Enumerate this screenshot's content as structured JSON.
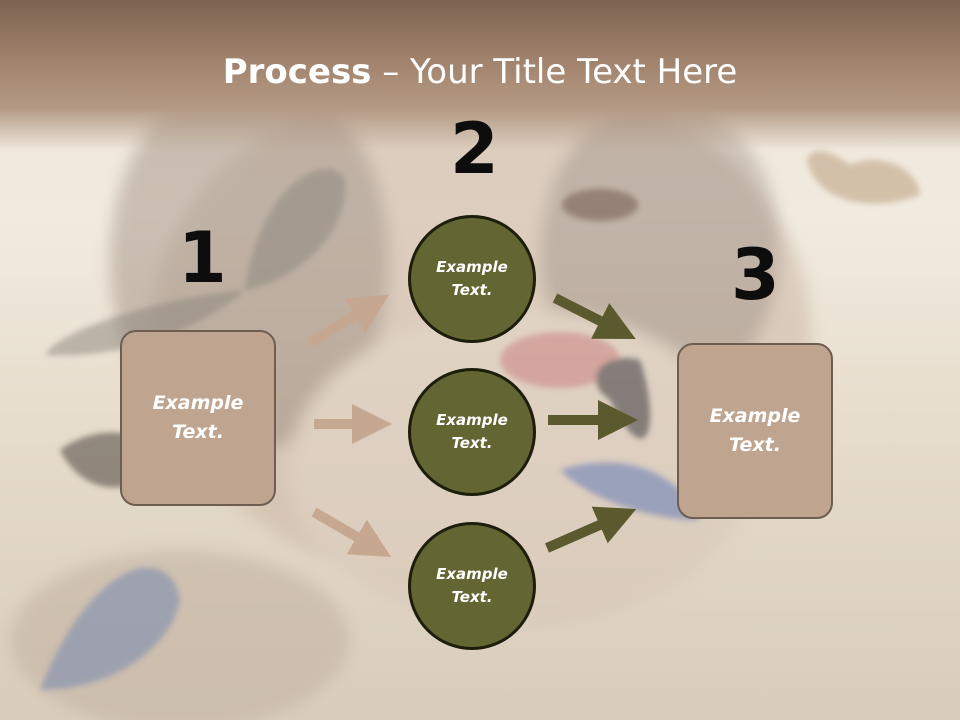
{
  "title": {
    "bold": "Process",
    "rest": " – Your Title Text Here"
  },
  "steps": [
    {
      "number": "1",
      "text": "Example\nText."
    },
    {
      "number": "2",
      "text": "Example\nText."
    },
    {
      "number": "3",
      "text": "Example\nText."
    }
  ],
  "circles": [
    {
      "text": "Example\nText."
    },
    {
      "text": "Example\nText."
    },
    {
      "text": "Example\nText."
    }
  ],
  "colors": {
    "box_fill": "#bfa58f",
    "circle_fill": "#636533",
    "arrow_tan": "#c6a890",
    "arrow_olive": "#5b5a2f",
    "title_band": "#a48670"
  }
}
